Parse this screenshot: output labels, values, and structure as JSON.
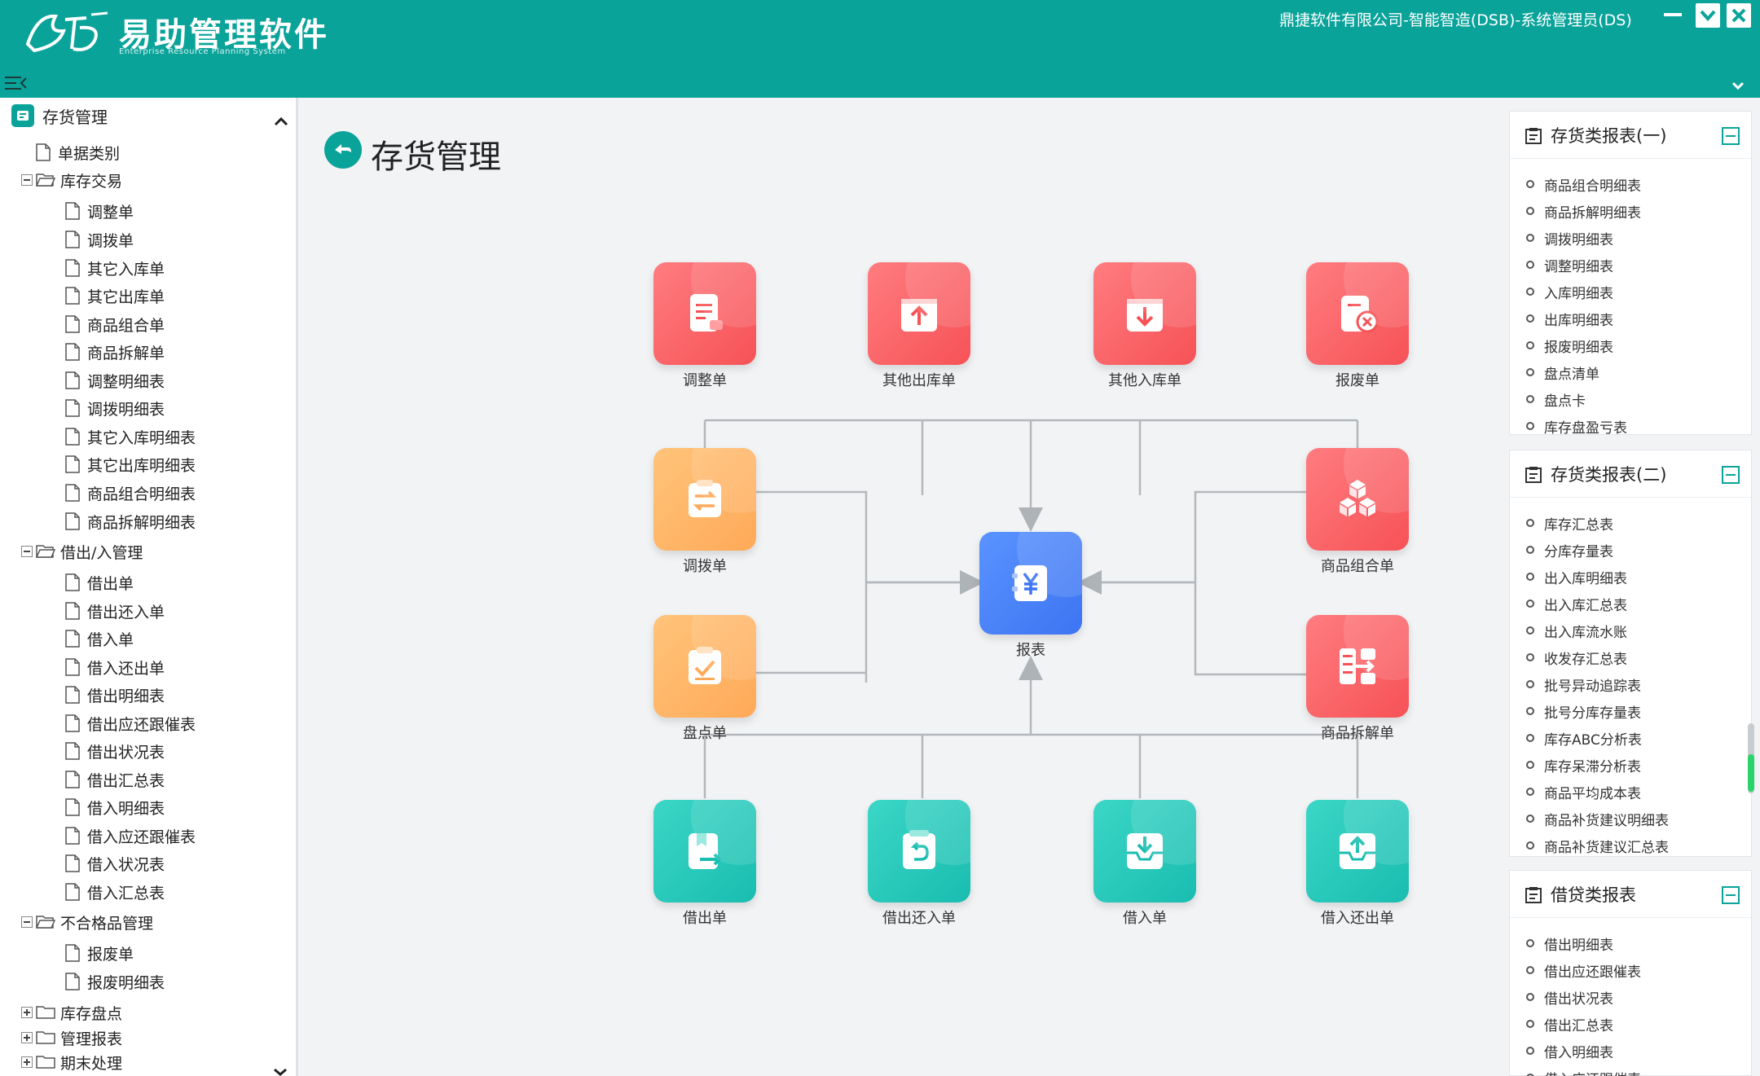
{
  "header": {
    "app_title": "易助管理软件",
    "app_subtitle": "Enterprise Resource Planning System",
    "user_info": "鼎捷软件有限公司-智能智造(DSB)-系统管理员(DS)",
    "colors": {
      "primary": "#0aa39a"
    }
  },
  "tree": {
    "root_label": "存货管理",
    "doc_type": "单据类别",
    "groups": [
      {
        "label": "库存交易",
        "items": [
          "调整单",
          "调拨单",
          "其它入库单",
          "其它出库单",
          "商品组合单",
          "商品拆解单",
          "调整明细表",
          "调拨明细表",
          "其它入库明细表",
          "其它出库明细表",
          "商品组合明细表",
          "商品拆解明细表"
        ]
      },
      {
        "label": "借出/入管理",
        "items": [
          "借出单",
          "借出还入单",
          "借入单",
          "借入还出单",
          "借出明细表",
          "借出应还跟催表",
          "借出状况表",
          "借出汇总表",
          "借入明细表",
          "借入应还跟催表",
          "借入状况表",
          "借入汇总表"
        ]
      },
      {
        "label": "不合格品管理",
        "items": [
          "报废单",
          "报废明细表"
        ]
      }
    ],
    "collapsed": [
      "库存盘点",
      "管理报表",
      "期末处理"
    ]
  },
  "main": {
    "title": "存货管理",
    "nodes": {
      "adjust": "调整单",
      "other_out": "其他出库单",
      "other_in": "其他入库单",
      "scrap": "报废单",
      "transfer": "调拨单",
      "count": "盘点单",
      "report": "报表",
      "combine": "商品组合单",
      "split": "商品拆解单",
      "lend_out": "借出单",
      "lend_return": "借出还入单",
      "borrow_in": "借入单",
      "borrow_return": "借入还出单"
    },
    "colors": {
      "red": "#f65256",
      "orange": "#ffa958",
      "teal": "#19bdb0",
      "blue": "#3d74f2"
    }
  },
  "reports": [
    {
      "title": "存货类报表(一)",
      "items": [
        "商品组合明细表",
        "商品拆解明细表",
        "调拨明细表",
        "调整明细表",
        "入库明细表",
        "出库明细表",
        "报废明细表",
        "盘点清单",
        "盘点卡",
        "库存盘盈亏表"
      ]
    },
    {
      "title": "存货类报表(二)",
      "items": [
        "库存汇总表",
        "分库存量表",
        "出入库明细表",
        "出入库汇总表",
        "出入库流水账",
        "收发存汇总表",
        "批号异动追踪表",
        "批号分库存量表",
        "库存ABC分析表",
        "库存呆滞分析表",
        "商品平均成本表",
        "商品补货建议明细表",
        "商品补货建议汇总表"
      ]
    },
    {
      "title": "借贷类报表",
      "items": [
        "借出明细表",
        "借出应还跟催表",
        "借出状况表",
        "借出汇总表",
        "借入明细表",
        "借入应还跟催表"
      ]
    }
  ]
}
